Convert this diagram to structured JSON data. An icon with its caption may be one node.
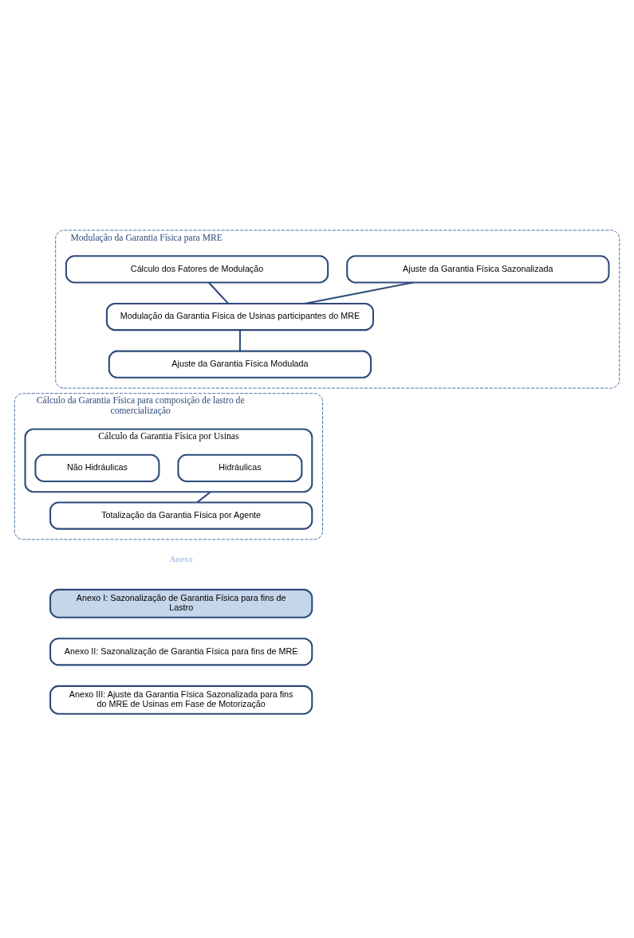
{
  "diagram": {
    "nodes": [
      {
        "text": [
          "Modulação da Garantia Física para MRE"
        ]
      },
      {
        "text": [
          "Ajuste da Garantia Física Sazonalizada"
        ],
        "in": 0
      },
      {
        "text": [
          "Cálculo dos Fatores de Modulação"
        ],
        "in": 0
      },
      {
        "text": [
          "Modulação da Garantia Física de Usinas participantes do MRE"
        ],
        "in": 0
      },
      {
        "text": [
          "Ajuste da Garantia Física Modulada"
        ],
        "in": 0
      },
      {
        "text": [
          "Cálculo da Garantia Física para composição de lastro de comercialização"
        ]
      },
      {
        "text": [
          "Cálculo da Garantia Física por Usinas"
        ],
        "in": 5
      },
      {
        "text": [
          "Hidráulicas"
        ],
        "in": 6
      },
      {
        "text": [
          "Não Hidráulicas"
        ],
        "in": 6
      },
      {
        "text": [
          "Totalização da Garantia Física por Agente"
        ],
        "in": 5
      },
      {
        "text": [
          "Anexo I: Sazonalização de Garantia Física para fins de Lastro"
        ]
      },
      {
        "text": [
          "Anexo II: Sazonalização de Garantia Física para fins de MRE"
        ]
      },
      {
        "text": [
          "Anexo III: Ajuste da Garantia Física Sazonalizada para fins do MRE de Usinas em Fase de Motorização"
        ]
      }
    ],
    "edges": [
      {
        "from": 1,
        "to": 3,
        "arrow": "none"
      },
      {
        "from": 2,
        "to": 3,
        "arrow": "none"
      },
      {
        "from": 3,
        "to": 4,
        "arrow": "none"
      },
      {
        "from": 6,
        "to": 9,
        "arrow": "none"
      }
    ],
    "labels": [
      "Anexo"
    ]
  }
}
